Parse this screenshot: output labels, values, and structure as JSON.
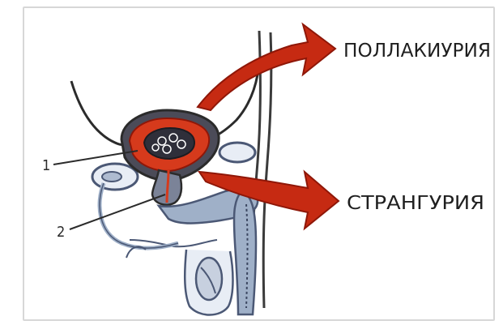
{
  "labels": {
    "top_term": "ПОЛЛАКИУРИЯ",
    "bottom_term": "СТРАНГУРИЯ",
    "marker_1": "1",
    "marker_2": "2"
  },
  "colors": {
    "arrow": "#c62a12",
    "arrow_dark": "#8f1708",
    "bladder_fill": "#d63a1c",
    "bladder_dark": "#4b4b58",
    "tissue": "#9fb0c8",
    "tissue_dark": "#5f6f8a",
    "ink": "#2b2b2b"
  }
}
